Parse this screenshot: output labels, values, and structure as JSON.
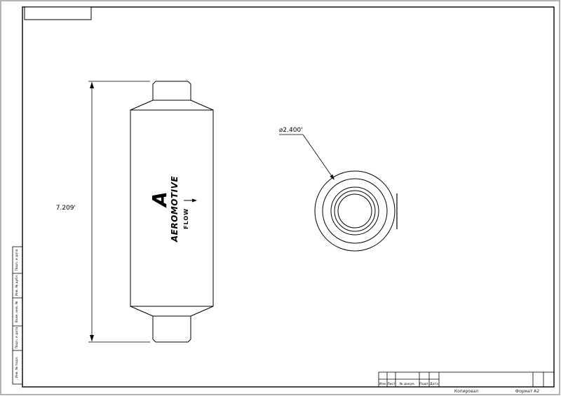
{
  "drawing": {
    "side_view": {
      "dimension_label": "7.209'",
      "brand": "AEROMOTIVE",
      "logo_mark": "A",
      "flow_label": "FLOW"
    },
    "end_view": {
      "dimension_label": "⌀2.400'"
    }
  },
  "left_strip": {
    "labels": [
      "Подп. и дата",
      "Инв. № дубл.",
      "Взам. инв. №",
      "Подп. и дата",
      "Инв. № подл."
    ]
  },
  "title_block": {
    "header_cells": [
      "Изм.",
      "Лист",
      "№ докум.",
      "Подп.",
      "Дата"
    ],
    "copy_label": "Копировал",
    "format_label": "Формат А2"
  },
  "colors": {
    "line": "#000000",
    "page_edge": "#9a9a9a"
  }
}
